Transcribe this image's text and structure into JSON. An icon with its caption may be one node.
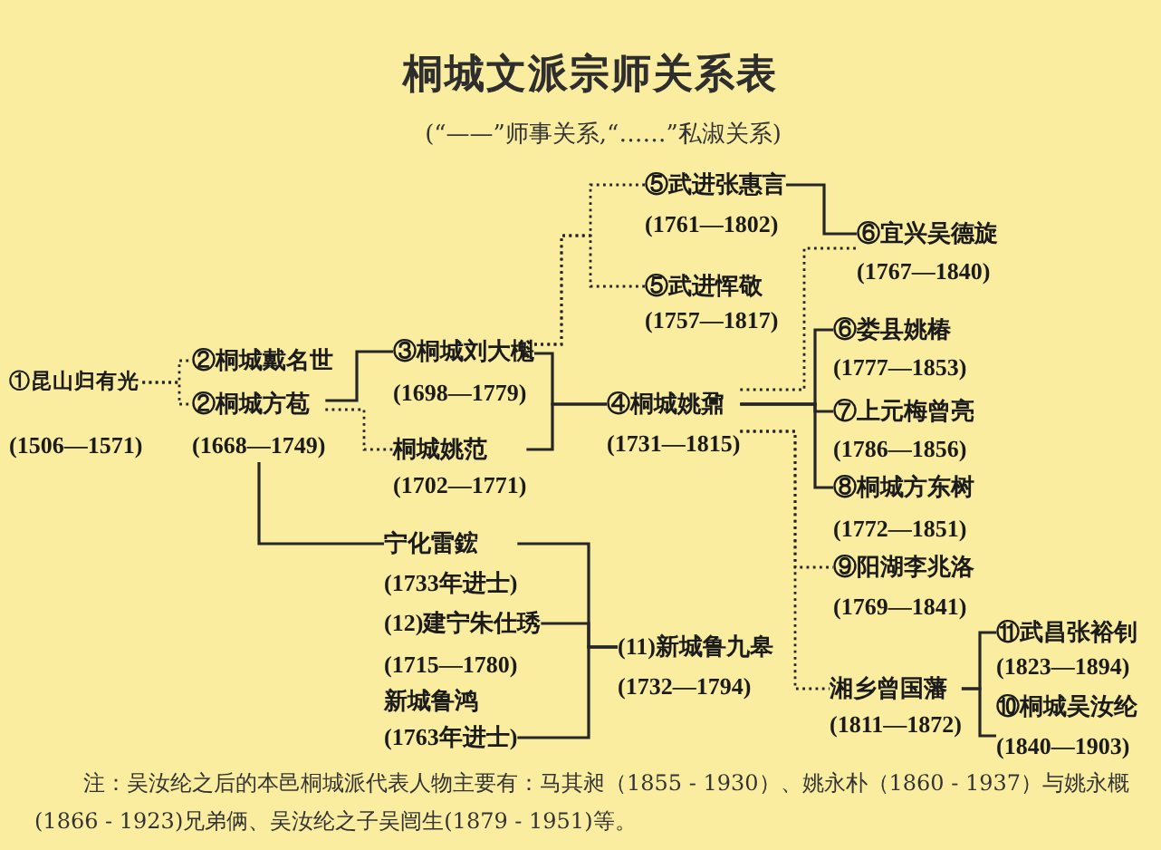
{
  "diagram": {
    "title": "桐城文派宗师关系表",
    "nodes": [
      {
        "text": [
          "①昆山归有光",
          "(1506—1571)"
        ]
      },
      {
        "text": [
          "②桐城戴名世"
        ]
      },
      {
        "text": [
          "②桐城方苞",
          "(1668—1749)"
        ]
      },
      {
        "text": [
          "③桐城刘大櫆",
          "(1698—1779)"
        ]
      },
      {
        "text": [
          "桐城姚范",
          "(1702—1771)"
        ]
      },
      {
        "text": [
          "宁化雷鋐",
          "(1733年进士)"
        ]
      },
      {
        "text": [
          "(12)建宁朱仕琇",
          "(1715—1780)"
        ]
      },
      {
        "text": [
          "新城鲁鸿",
          "(1763年进士)"
        ]
      },
      {
        "text": [
          "⑤武进张惠言",
          "(1761—1802)"
        ]
      },
      {
        "text": [
          "⑤武进恽敬",
          "(1757—1817)"
        ]
      },
      {
        "text": [
          "④桐城姚鼐",
          "(1731—1815)"
        ]
      },
      {
        "text": [
          "(11)新城鲁九皋",
          "(1732—1794)"
        ]
      },
      {
        "text": [
          "⑥宜兴吴德旋",
          "(1767—1840)"
        ]
      },
      {
        "text": [
          "⑥娄县姚椿",
          "(1777—1853)"
        ]
      },
      {
        "text": [
          "⑦上元梅曾亮",
          "(1786—1856)"
        ]
      },
      {
        "text": [
          "⑧桐城方东树",
          "(1772—1851)"
        ]
      },
      {
        "text": [
          "⑨阳湖李兆洛",
          "(1769—1841)"
        ]
      },
      {
        "text": [
          "湘乡曾国藩",
          "(1811—1872)"
        ]
      },
      {
        "text": [
          "⑪武昌张裕钊",
          "(1823—1894)"
        ]
      },
      {
        "text": [
          "⑩桐城吴汝纶",
          "(1840—1903)"
        ]
      }
    ],
    "edges": [
      {
        "from": 0,
        "to": 1,
        "arrow": "none",
        "style": "dashed"
      },
      {
        "from": 0,
        "to": 2,
        "arrow": "none",
        "style": "dashed"
      },
      {
        "from": 2,
        "to": 3,
        "arrow": "none"
      },
      {
        "from": 2,
        "to": 4,
        "arrow": "none",
        "style": "dashed"
      },
      {
        "from": 2,
        "to": 5,
        "arrow": "none"
      },
      {
        "from": 3,
        "to": 10,
        "arrow": "none"
      },
      {
        "from": 4,
        "to": 10,
        "arrow": "none"
      },
      {
        "from": 3,
        "to": 8,
        "arrow": "none",
        "style": "dashed"
      },
      {
        "from": 3,
        "to": 9,
        "arrow": "none",
        "style": "dashed"
      },
      {
        "from": 5,
        "to": 11,
        "arrow": "none"
      },
      {
        "from": 6,
        "to": 11,
        "arrow": "none"
      },
      {
        "from": 7,
        "to": 11,
        "arrow": "none"
      },
      {
        "from": 8,
        "to": 12,
        "arrow": "none"
      },
      {
        "from": 10,
        "to": 12,
        "arrow": "none",
        "style": "dashed"
      },
      {
        "from": 10,
        "to": 13,
        "arrow": "none"
      },
      {
        "from": 10,
        "to": 14,
        "arrow": "none"
      },
      {
        "from": 10,
        "to": 15,
        "arrow": "none"
      },
      {
        "from": 10,
        "to": 16,
        "arrow": "none",
        "style": "dashed"
      },
      {
        "from": 10,
        "to": 17,
        "arrow": "none",
        "style": "dashed"
      },
      {
        "from": 17,
        "to": 18,
        "arrow": "none"
      },
      {
        "from": 17,
        "to": 19,
        "arrow": "none"
      }
    ],
    "labels": [
      "(“——”师事关系,“……”私淑关系)",
      "注：吴汝纶之后的本邑桐城派代表人物主要有：马其昶（1855 - 1930）、姚永朴（1860 - 1937）与姚永概(1866 - 1923)兄弟俩、吴汝纶之子吴闿生(1879 - 1951)等。"
    ]
  }
}
